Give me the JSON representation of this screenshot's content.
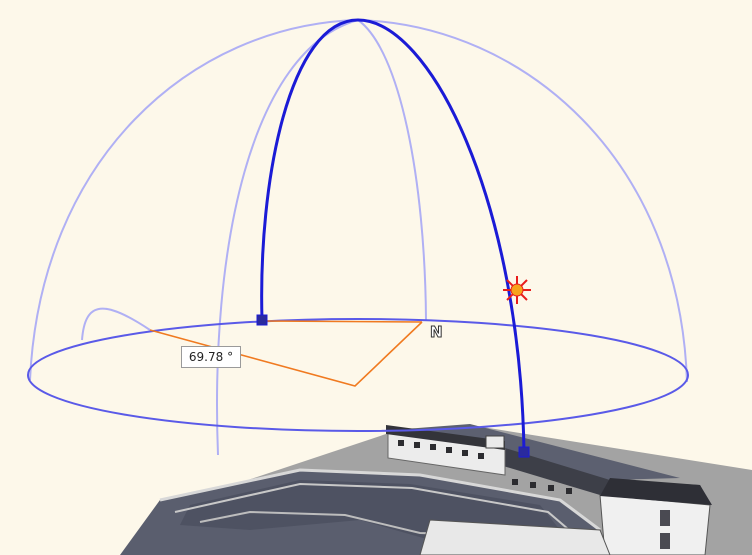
{
  "scene": {
    "type": "3D sun path viewport",
    "angle_label": "69.78 °",
    "north_marker": "N",
    "colors": {
      "background": "#fdf8ea",
      "dome_wireframe": "#aaaaf2",
      "horizon_ring": "#5a5ae8",
      "sun_path": "#1b1bd6",
      "angle_lines": "#f07a20",
      "sun_icon_rays": "#e81c1c",
      "sun_icon_core": "#f7a21b",
      "roof": "#5e6272",
      "ground": "#9a9a9a",
      "walls": "#f2f2f2"
    },
    "icons": [
      "sun-icon",
      "north-icon",
      "path-handle-icon"
    ]
  }
}
